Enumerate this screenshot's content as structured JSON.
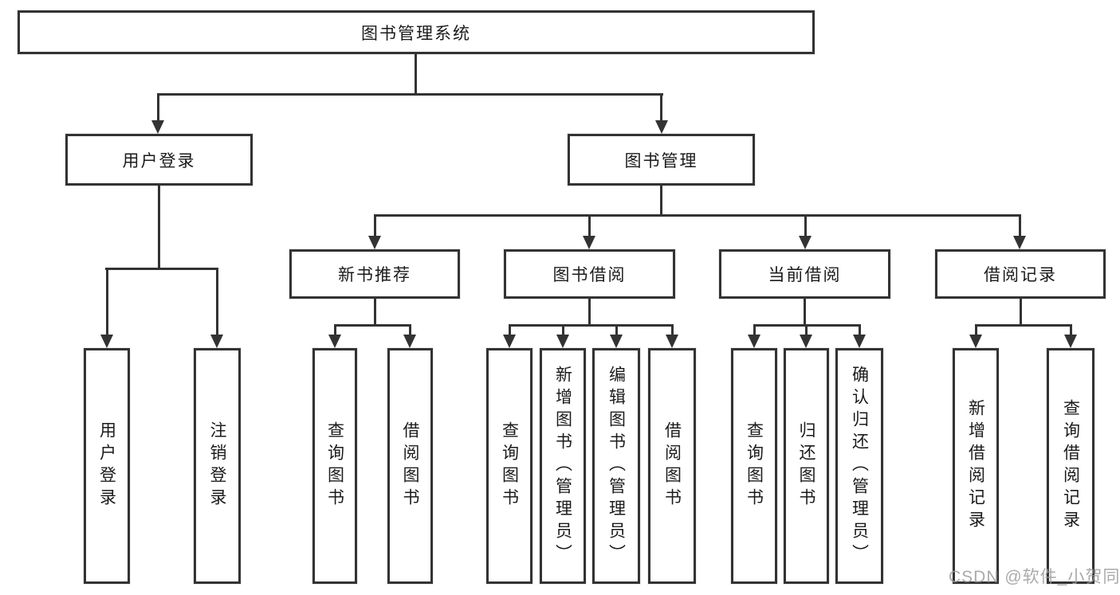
{
  "nodes": {
    "root": "图书管理系统",
    "level2": {
      "user_login": "用户登录",
      "book_mgmt": "图书管理"
    },
    "level3": {
      "new_book": "新书推荐",
      "book_borrow": "图书借阅",
      "current_borrow": "当前借阅",
      "borrow_records": "借阅记录"
    },
    "leaves": {
      "user_login": [
        "用户登录",
        "注销登录"
      ],
      "new_book": [
        "查询图书",
        "借阅图书"
      ],
      "book_borrow": [
        "查询图书",
        "新增图书（管理员）",
        "编辑图书（管理员）",
        "借阅图书"
      ],
      "current_borrow": [
        "查询图书",
        "归还图书",
        "确认归还（管理员）"
      ],
      "borrow_records": [
        "新增借阅记录",
        "查询借阅记录"
      ]
    }
  },
  "watermark": {
    "text": "CSDN @软件_小贺同学",
    "color": "#9c9c9c"
  },
  "colors": {
    "line": "#333333",
    "box_background": "#ffffff",
    "text": "#1b1b1b",
    "page_background": "#ffffff"
  }
}
